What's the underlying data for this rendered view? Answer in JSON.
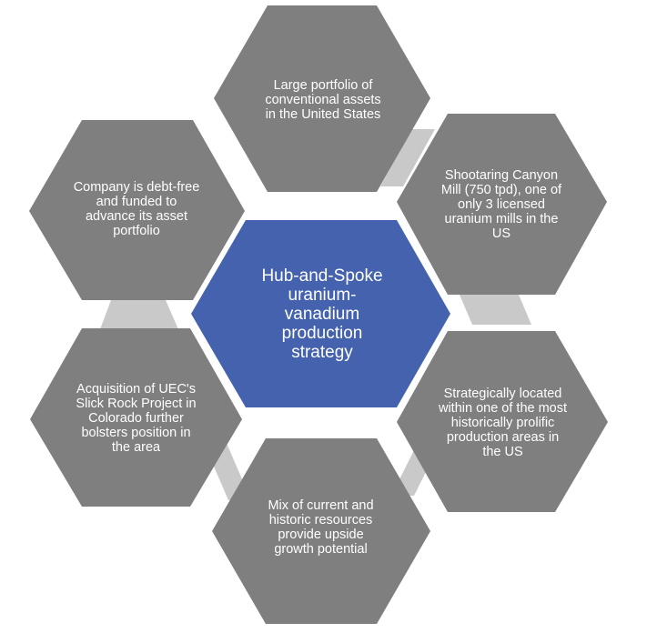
{
  "diagram": {
    "center": {
      "text": "Hub-and-Spoke\nuranium-\nvanadium\nproduction\nstrategy"
    },
    "hexagons": [
      {
        "id": "top",
        "text": "Large portfolio of\nconventional assets\nin the United States"
      },
      {
        "id": "top-right",
        "text": "Shootaring Canyon\nMill (750 tpd), one of\nonly 3 licensed\nuranium mills in the\nUS"
      },
      {
        "id": "bottom-right",
        "text": "Strategically located\nwithin one of the most\nhistorically prolific\nproduction areas in\nthe US"
      },
      {
        "id": "bottom",
        "text": "Mix of current and\nhistoric resources\nprovide upside\ngrowth potential"
      },
      {
        "id": "bottom-left",
        "text": "Acquisition of UEC's\nSlick Rock Project in\nColorado further\nbolsters position in\nthe area"
      },
      {
        "id": "top-left",
        "text": "Company is debt-free\nand funded to\nadvance its asset\nportfolio"
      }
    ],
    "colors": {
      "outer_hex": "#7f7f7f",
      "center_hex": "#4462ae",
      "connector": "#c9c9c9",
      "text": "#ffffff"
    }
  }
}
